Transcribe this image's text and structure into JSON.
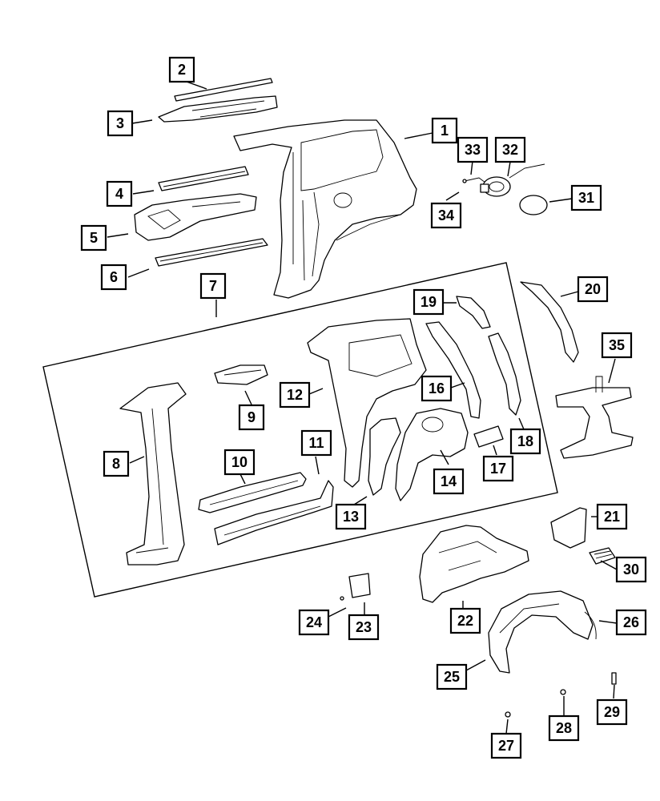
{
  "callouts": [
    {
      "id": "c1",
      "label": "1"
    },
    {
      "id": "c2",
      "label": "2"
    },
    {
      "id": "c3",
      "label": "3"
    },
    {
      "id": "c4",
      "label": "4"
    },
    {
      "id": "c5",
      "label": "5"
    },
    {
      "id": "c6",
      "label": "6"
    },
    {
      "id": "c7",
      "label": "7"
    },
    {
      "id": "c8",
      "label": "8"
    },
    {
      "id": "c9",
      "label": "9"
    },
    {
      "id": "c10",
      "label": "10"
    },
    {
      "id": "c11",
      "label": "11"
    },
    {
      "id": "c12",
      "label": "12"
    },
    {
      "id": "c13",
      "label": "13"
    },
    {
      "id": "c14",
      "label": "14"
    },
    {
      "id": "c16",
      "label": "16"
    },
    {
      "id": "c17",
      "label": "17"
    },
    {
      "id": "c18",
      "label": "18"
    },
    {
      "id": "c19",
      "label": "19"
    },
    {
      "id": "c20",
      "label": "20"
    },
    {
      "id": "c21",
      "label": "21"
    },
    {
      "id": "c22",
      "label": "22"
    },
    {
      "id": "c23",
      "label": "23"
    },
    {
      "id": "c24",
      "label": "24"
    },
    {
      "id": "c25",
      "label": "25"
    },
    {
      "id": "c26",
      "label": "26"
    },
    {
      "id": "c27",
      "label": "27"
    },
    {
      "id": "c28",
      "label": "28"
    },
    {
      "id": "c29",
      "label": "29"
    },
    {
      "id": "c30",
      "label": "30"
    },
    {
      "id": "c31",
      "label": "31"
    },
    {
      "id": "c32",
      "label": "32"
    },
    {
      "id": "c33",
      "label": "33"
    },
    {
      "id": "c34",
      "label": "34"
    },
    {
      "id": "c35",
      "label": "35"
    }
  ]
}
